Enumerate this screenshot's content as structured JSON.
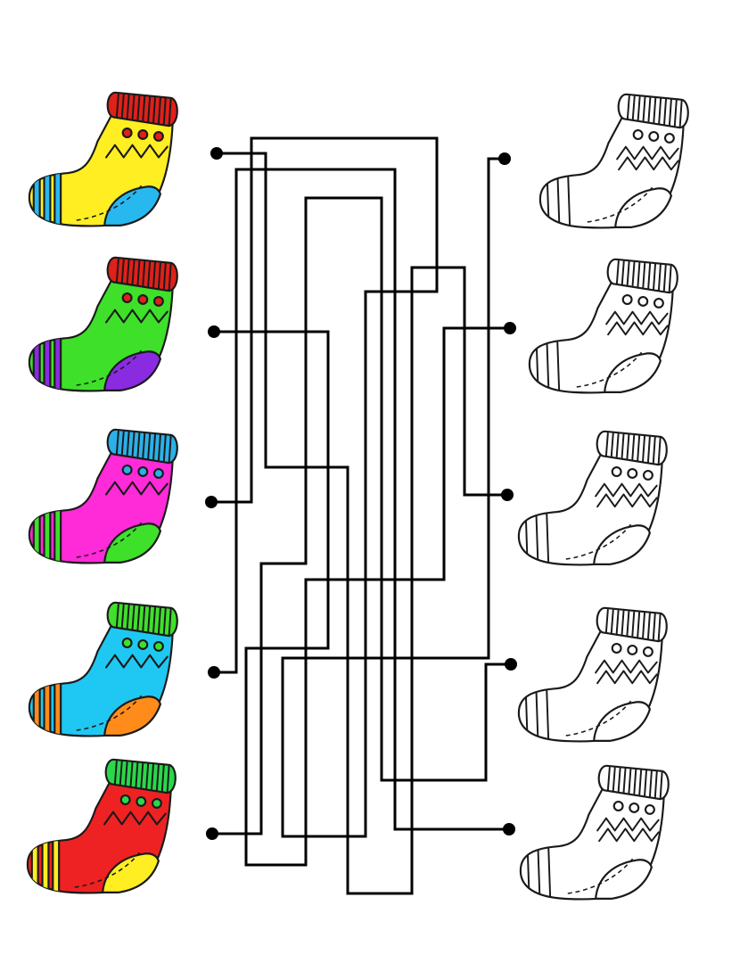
{
  "colors": {
    "outline": "#1a1a1a",
    "maze": "#000000",
    "uncolored": "#ffffff"
  },
  "left_socks": [
    {
      "cuff": "#e0201a",
      "body": "#ffee22",
      "zigzag": "#28b8f0",
      "dots": "#e0201a",
      "stripes": "#28b8f0",
      "heel": "#28b8f0",
      "toe": "#28b8f0"
    },
    {
      "cuff": "#e0201a",
      "body": "#3ee02a",
      "zigzag": "#8a2be2",
      "dots": "#e0201a",
      "stripes": "#8a2be2",
      "heel": "#8a2be2",
      "toe": "#8a2be2"
    },
    {
      "cuff": "#2bb0e8",
      "body": "#ff2ad8",
      "zigzag": "#3ee02a",
      "dots": "#2bb0e8",
      "stripes": "#3ee02a",
      "heel": "#3ee02a",
      "toe": "#3ee02a"
    },
    {
      "cuff": "#3ee02a",
      "body": "#1ec8f2",
      "zigzag": "#ff8c1a",
      "dots": "#3ee02a",
      "stripes": "#ff8c1a",
      "heel": "#ff8c1a",
      "toe": "#ff8c1a"
    },
    {
      "cuff": "#2ad84a",
      "body": "#ee2222",
      "zigzag": "#ffee22",
      "dots": "#2ad84a",
      "stripes": "#ffee22",
      "heel": "#ffee22",
      "toe": "#ffee22"
    }
  ],
  "right_socks": [
    {
      "state": "uncolored"
    },
    {
      "state": "uncolored"
    },
    {
      "state": "uncolored"
    },
    {
      "state": "uncolored"
    },
    {
      "state": "uncolored"
    }
  ],
  "maze": {
    "left_endpoints": 5,
    "right_endpoints": 5
  }
}
